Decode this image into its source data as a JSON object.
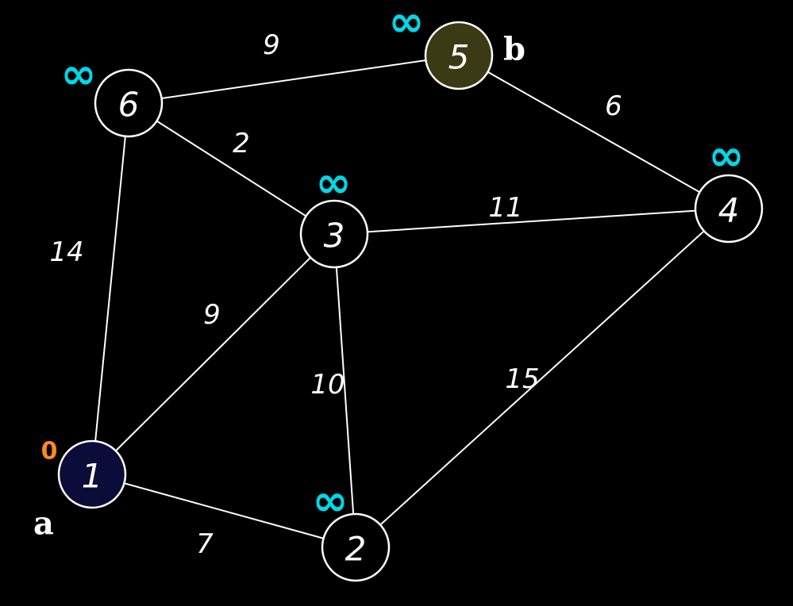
{
  "colors": {
    "background": "#000000",
    "stroke": "#ffffff",
    "distance_infinity": "#00d8e8",
    "distance_source": "#ff8a1e",
    "source_node_fill": "#0c0c3a",
    "target_node_fill": "#3a3a14",
    "default_node_fill": "#000000"
  },
  "nodes": [
    {
      "id": "1",
      "label": "1",
      "distance": "0",
      "role": "source",
      "tag": "a"
    },
    {
      "id": "2",
      "label": "2",
      "distance": "∞",
      "role": "default",
      "tag": ""
    },
    {
      "id": "3",
      "label": "3",
      "distance": "∞",
      "role": "default",
      "tag": ""
    },
    {
      "id": "4",
      "label": "4",
      "distance": "∞",
      "role": "default",
      "tag": ""
    },
    {
      "id": "5",
      "label": "5",
      "distance": "∞",
      "role": "target",
      "tag": "b"
    },
    {
      "id": "6",
      "label": "6",
      "distance": "∞",
      "role": "default",
      "tag": ""
    }
  ],
  "edges": [
    {
      "from": "1",
      "to": "2",
      "weight": "7"
    },
    {
      "from": "1",
      "to": "3",
      "weight": "9"
    },
    {
      "from": "1",
      "to": "6",
      "weight": "14"
    },
    {
      "from": "2",
      "to": "3",
      "weight": "10"
    },
    {
      "from": "2",
      "to": "4",
      "weight": "15"
    },
    {
      "from": "3",
      "to": "4",
      "weight": "11"
    },
    {
      "from": "3",
      "to": "6",
      "weight": "2"
    },
    {
      "from": "4",
      "to": "5",
      "weight": "6"
    },
    {
      "from": "5",
      "to": "6",
      "weight": "9"
    }
  ]
}
